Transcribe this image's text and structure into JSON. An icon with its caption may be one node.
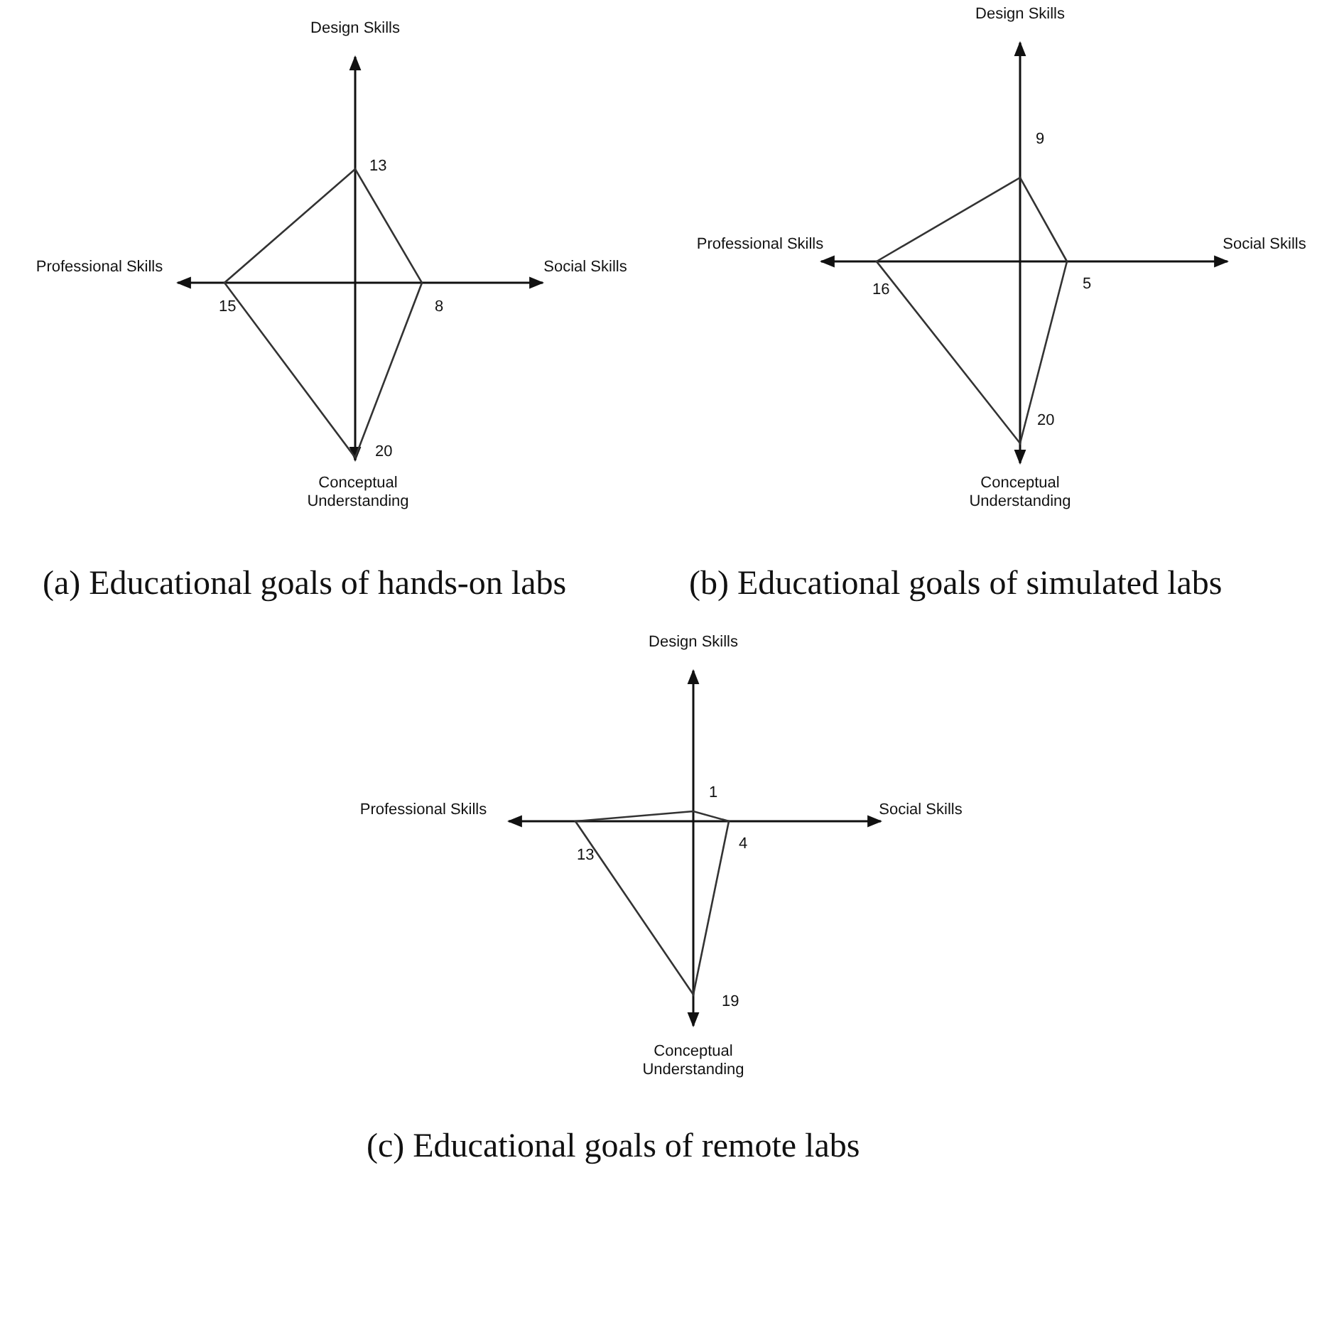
{
  "diagram": {
    "labels": [
      "Design Skills",
      "13",
      "Professional Skills",
      "15",
      "8",
      "Social Skills",
      "20",
      "Conceptual Understanding",
      "Design Skills",
      "9",
      "Professional Skills",
      "16",
      "5",
      "Social Skills",
      "20",
      "Conceptual Understanding",
      "(a) Educational goals of hands-on labs",
      "(b) Educational goals of simulated labs",
      "Design Skills",
      "1",
      "Professional Skills",
      "13",
      "4",
      "Social Skills",
      "19",
      "Conceptual Understanding",
      "(c) Educational goals of remote labs"
    ]
  }
}
